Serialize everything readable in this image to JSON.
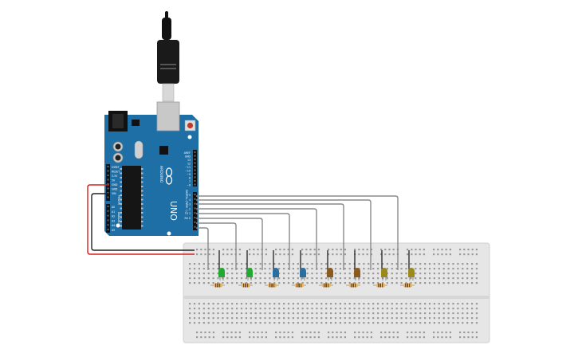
{
  "board": {
    "brand_text": "ARDUINO",
    "model_text": "UNO",
    "digital_label": "DIGITAL (PWM ~)",
    "power_label": "POWER",
    "analog_label": "ANALOG IN",
    "right_pins": [
      "AREF",
      "GND",
      "13",
      "12",
      "~11",
      "~10",
      "~9",
      "8",
      "7",
      "~6",
      "~5",
      "4",
      "~3",
      "2",
      "TX 1",
      "RX 0"
    ],
    "power_pins": [
      "IOREF",
      "RESET",
      "3.3V",
      "5V",
      "GND",
      "GND",
      "VIN"
    ],
    "analog_pins": [
      "A0",
      "A1",
      "A2",
      "A3",
      "A4",
      "A5"
    ],
    "color": "#1f6fa7"
  },
  "leds": [
    {
      "color": "#22a833"
    },
    {
      "color": "#22a833"
    },
    {
      "color": "#2a6fa0"
    },
    {
      "color": "#2a6fa0"
    },
    {
      "color": "#8b5a1e"
    },
    {
      "color": "#8b5a1e"
    },
    {
      "color": "#9a8a1e"
    },
    {
      "color": "#9a8a1e"
    }
  ],
  "colors": {
    "wire_gray": "#8a8a8a",
    "wire_red": "#d42020",
    "wire_black": "#222222",
    "breadboard": "#e6e6e6",
    "resistor": "#e6b86a"
  }
}
